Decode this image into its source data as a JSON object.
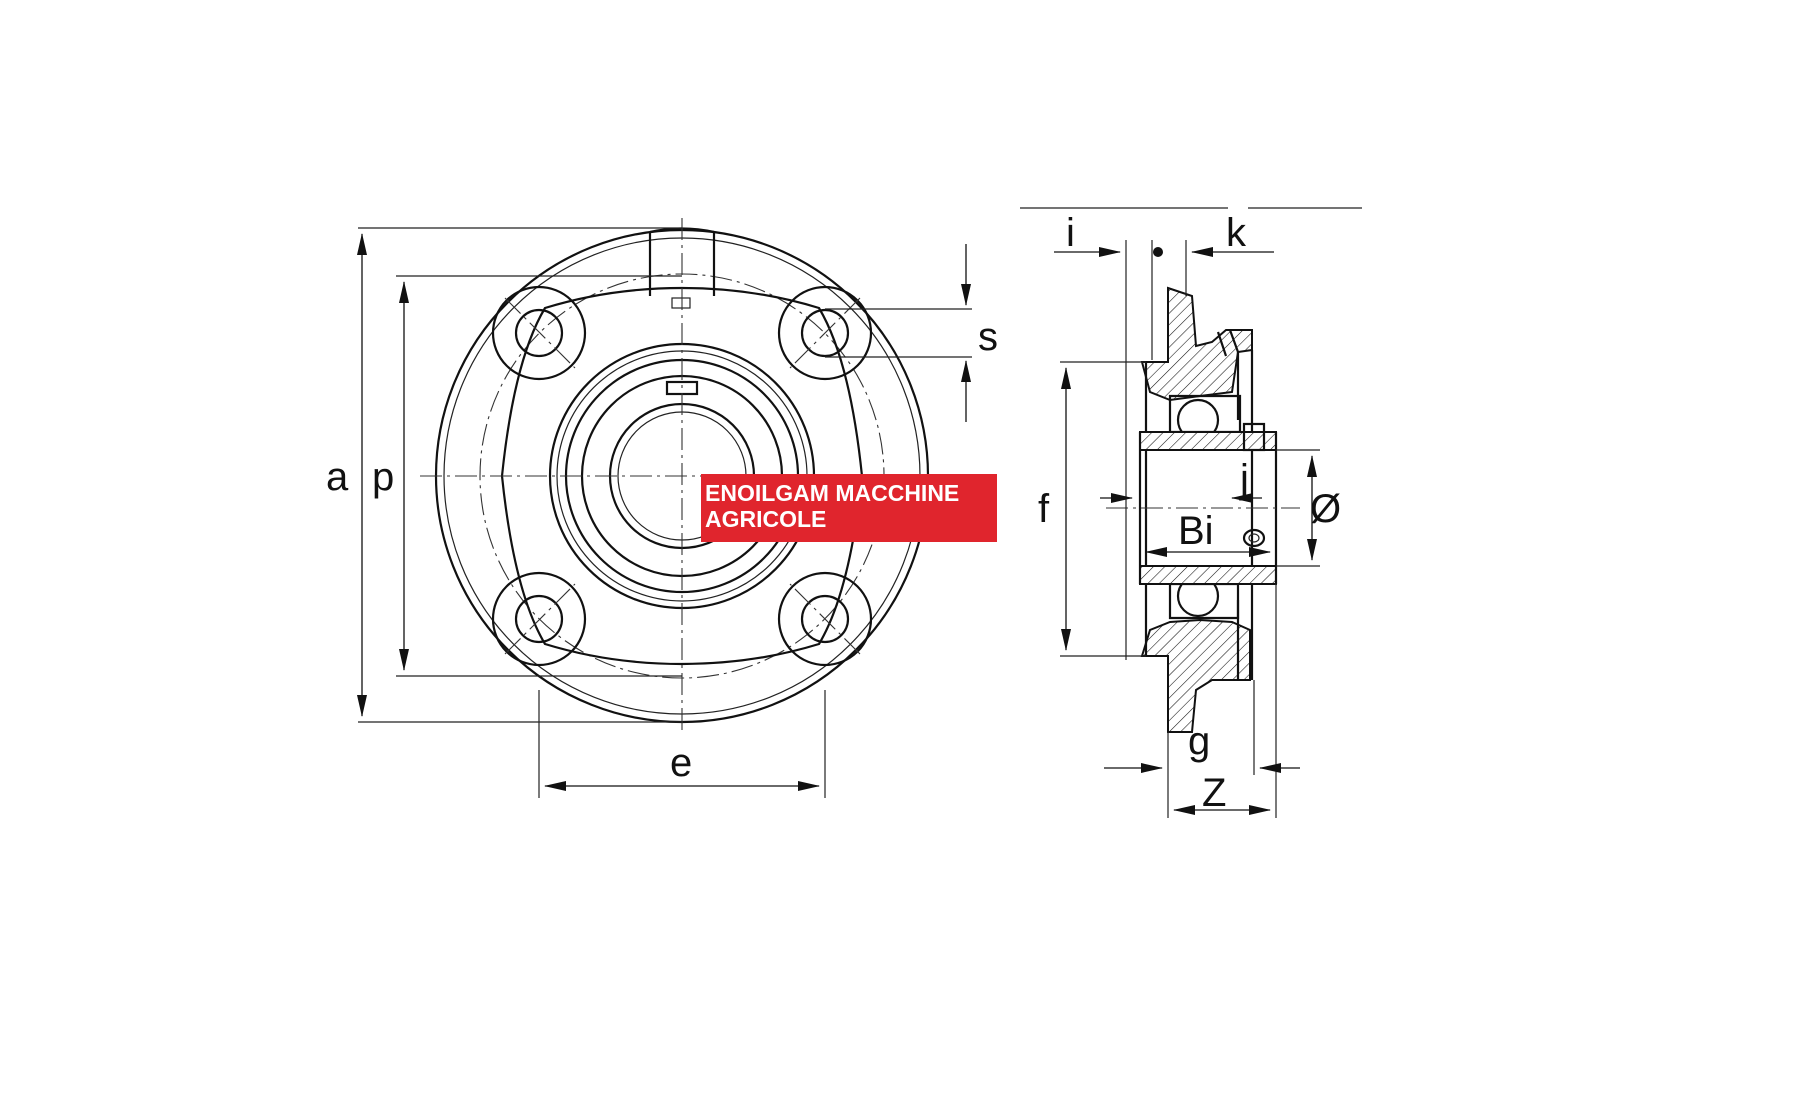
{
  "labels": {
    "a": "a",
    "p": "p",
    "e": "e",
    "s": "s",
    "i": "i",
    "k": "k",
    "f": "f",
    "j": "j",
    "bi": "Bi",
    "diameter": "Ø",
    "g": "g",
    "z": "Z"
  },
  "banner": {
    "line1": "ENOILGAM MACCHINE",
    "line2": "AGRICOLE",
    "color": "#e0252d",
    "text_color": "#ffffff"
  }
}
